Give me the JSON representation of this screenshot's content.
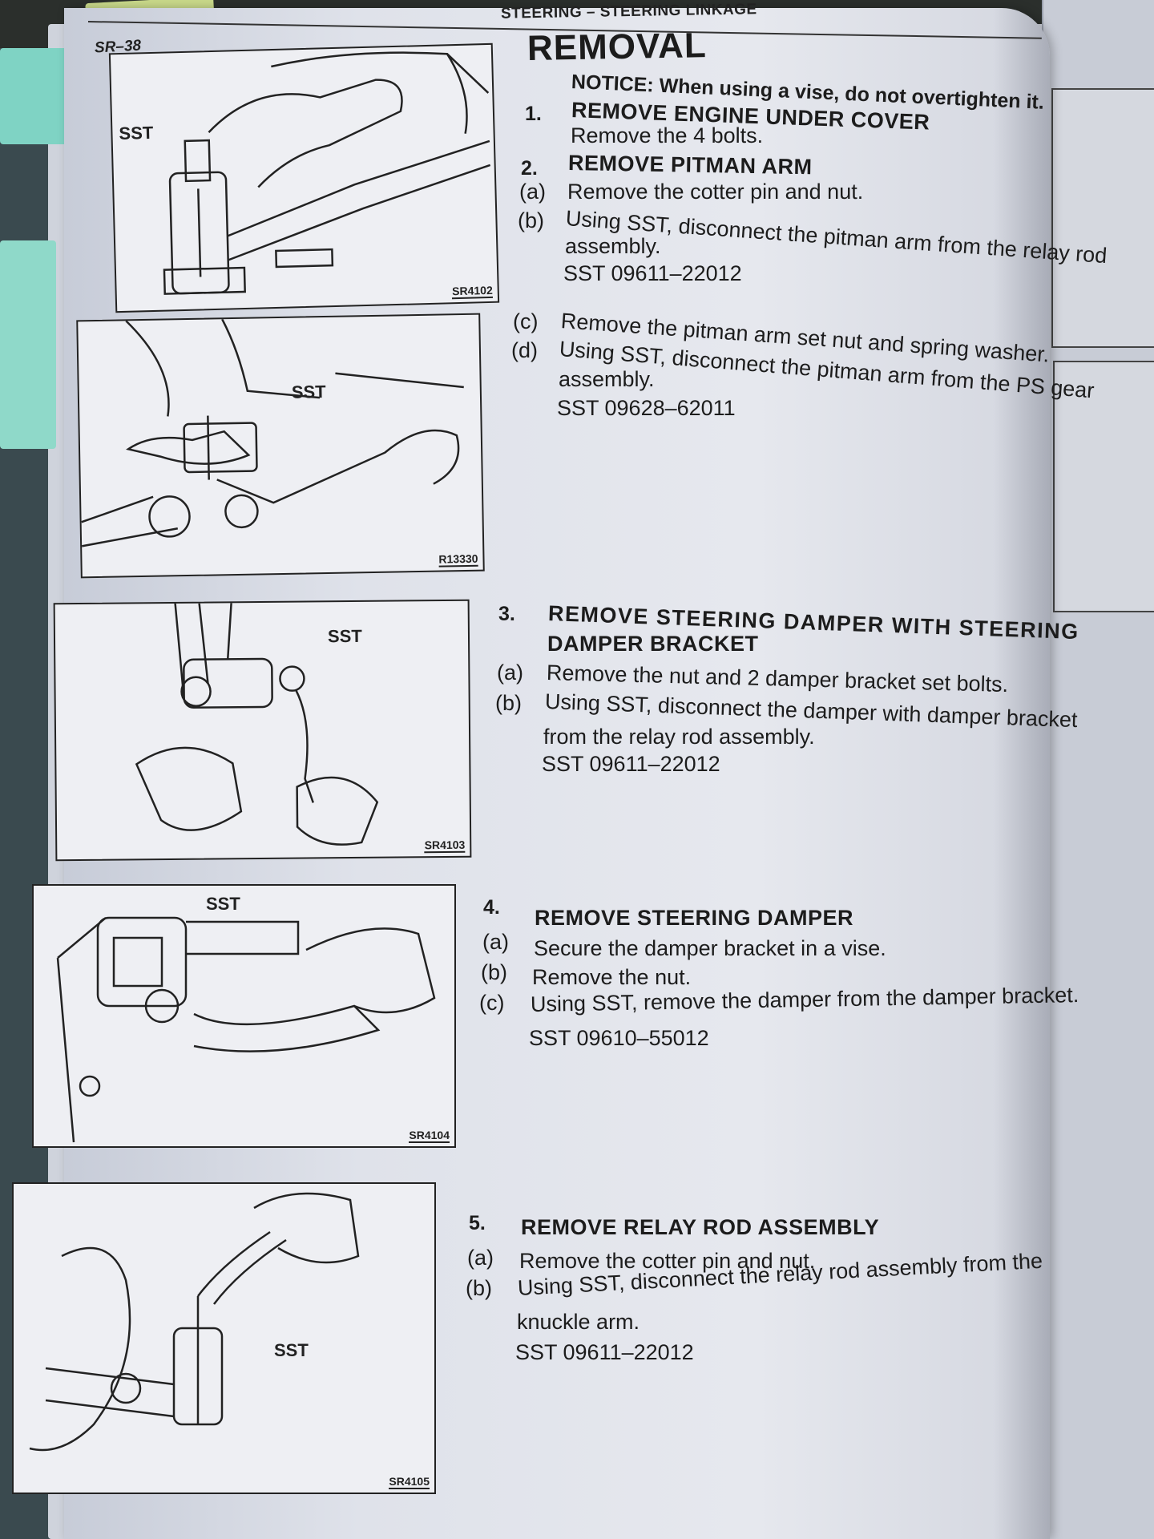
{
  "header": {
    "page_code": "SR–38",
    "running_head": "STEERING  –  STEERING LINKAGE"
  },
  "section_title": "REMOVAL",
  "notice": "NOTICE: When using a vise, do not overtighten it.",
  "steps": [
    {
      "num": "1.",
      "title": "REMOVE ENGINE UNDER COVER",
      "lines": [
        "Remove the 4 bolts."
      ]
    },
    {
      "num": "2.",
      "title": "REMOVE PITMAN ARM",
      "subs": [
        {
          "label": "(a)",
          "text": "Remove the cotter pin and nut."
        },
        {
          "label": "(b)",
          "text": "Using SST, disconnect the pitman arm from the relay rod",
          "cont": "assembly.",
          "sst": "SST 09611–22012"
        },
        {
          "label": "(c)",
          "text": "Remove the pitman arm set nut and spring washer."
        },
        {
          "label": "(d)",
          "text": "Using SST, disconnect the pitman arm from the PS gear",
          "cont": "assembly.",
          "sst": "SST 09628–62011"
        }
      ]
    },
    {
      "num": "3.",
      "title": "REMOVE STEERING DAMPER WITH STEERING",
      "title2": "DAMPER BRACKET",
      "subs": [
        {
          "label": "(a)",
          "text": "Remove the nut and 2 damper bracket set bolts."
        },
        {
          "label": "(b)",
          "text": "Using SST, disconnect the damper with damper bracket",
          "cont": "from the relay rod assembly.",
          "sst": "SST 09611–22012"
        }
      ]
    },
    {
      "num": "4.",
      "title": "REMOVE STEERING DAMPER",
      "subs": [
        {
          "label": "(a)",
          "text": "Secure the damper bracket in a vise."
        },
        {
          "label": "(b)",
          "text": "Remove the nut."
        },
        {
          "label": "(c)",
          "text": "Using SST, remove the damper from the damper bracket.",
          "sst": "SST 09610–55012"
        }
      ]
    },
    {
      "num": "5.",
      "title": "REMOVE RELAY ROD ASSEMBLY",
      "subs": [
        {
          "label": "(a)",
          "text": "Remove the cotter pin and nut."
        },
        {
          "label": "(b)",
          "text": "Using SST, disconnect the relay rod assembly from the",
          "cont": "knuckle arm.",
          "sst": "SST 09611–22012"
        }
      ]
    }
  ],
  "figures": [
    {
      "code": "SR4102",
      "label": "SST"
    },
    {
      "code": "R13330",
      "label": "SST"
    },
    {
      "code": "SR4103",
      "label": "SST"
    },
    {
      "code": "SR4104",
      "label": "SST"
    },
    {
      "code": "SR4105",
      "label": "SST"
    }
  ]
}
